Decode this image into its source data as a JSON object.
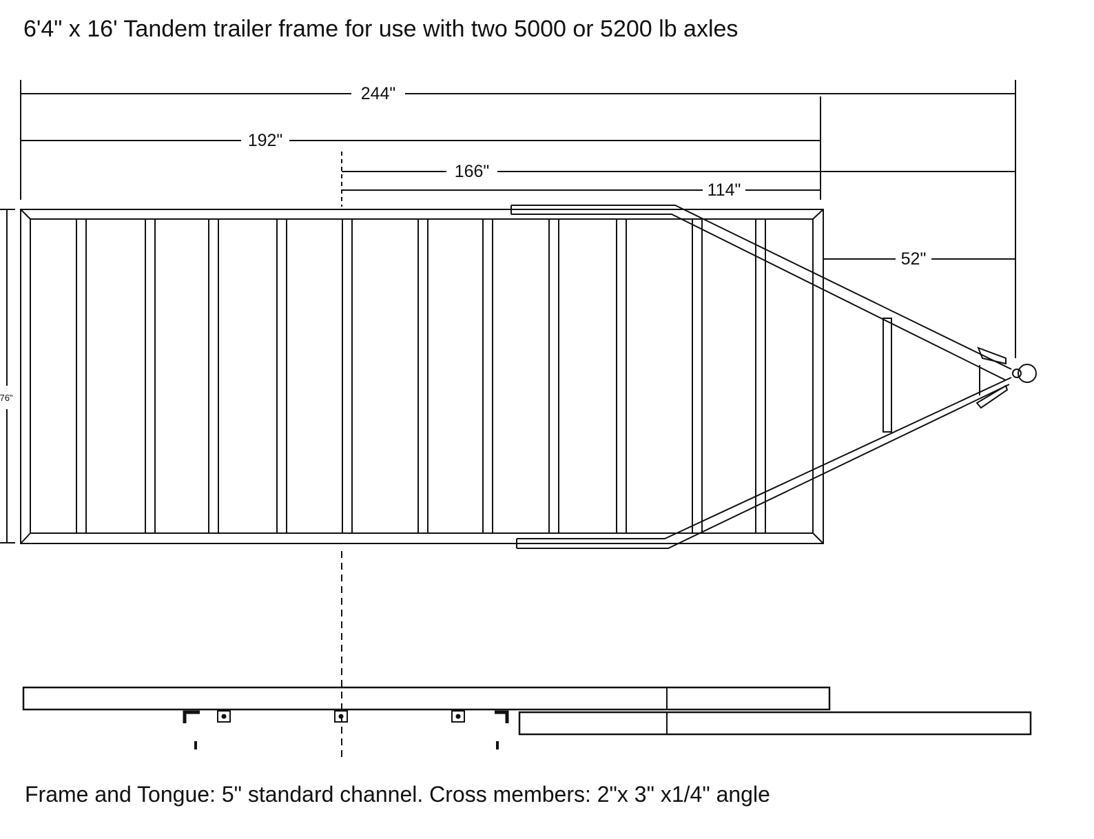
{
  "title": "6'4\" x 16' Tandem trailer frame for use with two 5000 or 5200 lb axles",
  "caption": "Frame and Tongue: 5\" standard channel. Cross members: 2\"x 3\" x1/4\" angle",
  "dimensions": {
    "overall_length": "244\"",
    "frame_length": "192\"",
    "axle_to_hitch": "166\"",
    "axle_to_frame_front": "114\"",
    "tongue_extension": "52\"",
    "frame_width": "76\""
  }
}
